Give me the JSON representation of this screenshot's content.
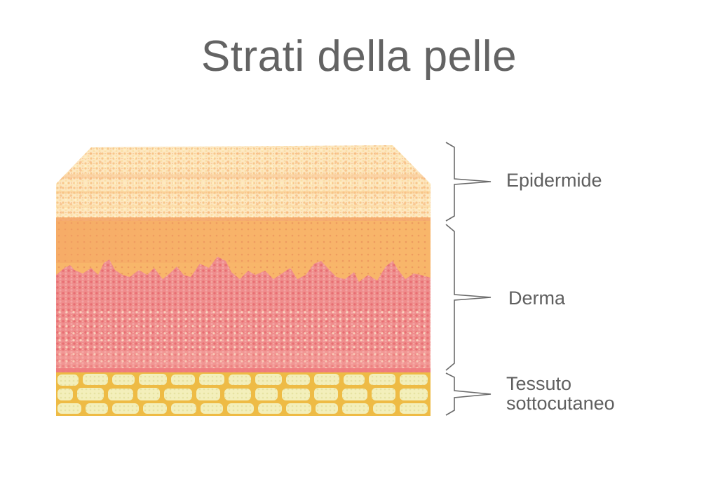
{
  "title": "Strati della pelle",
  "colors": {
    "title_text": "#636363",
    "label_text": "#5f5f5f",
    "bracket_stroke": "#6a6a6a",
    "epidermis_light": "#fde9c4",
    "epidermis_mid": "#f9c98a",
    "epidermis_dot": "#f6b07a",
    "dermis_upper": "#f8b66a",
    "dermis_lower": "#ec7f82",
    "dermis_pink": "#f29ca0",
    "subcutaneous_cells": "#f4f1bd",
    "subcutaneous_fill": "#eebb45"
  },
  "layers": [
    {
      "id": "epidermis",
      "label": "Epidermide"
    },
    {
      "id": "dermis",
      "label": "Derma"
    },
    {
      "id": "subcutaneous",
      "label_line1": "Tessuto",
      "label_line2": "sottocutaneo"
    }
  ]
}
